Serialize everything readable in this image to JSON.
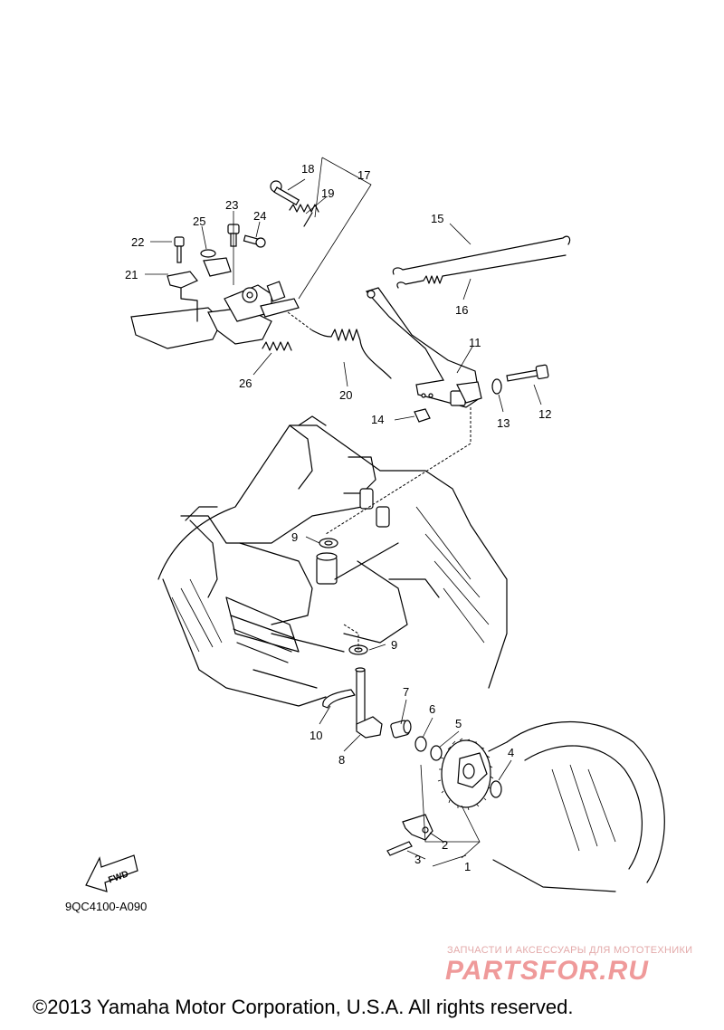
{
  "labels": [
    "1",
    "2",
    "3",
    "4",
    "5",
    "6",
    "7",
    "8",
    "9",
    "9",
    "10",
    "11",
    "12",
    "13",
    "14",
    "15",
    "16",
    "17",
    "18",
    "19",
    "20",
    "21",
    "22",
    "23",
    "24",
    "25",
    "26"
  ],
  "fwd_badge": "FWD",
  "diagram_code": "9QC4100-A090",
  "watermark": {
    "tagline": "ЗАПЧАСТИ И АКСЕССУАРЫ ДЛЯ МОТОТЕХНИКИ",
    "logo": "PARTSFOR.RU"
  },
  "copyright": "©2013 Yamaha Motor Corporation, U.S.A. All rights reserved.",
  "colors": {
    "ink": "#000000",
    "watermark": "#ef9a9a",
    "background": "#ffffff"
  }
}
